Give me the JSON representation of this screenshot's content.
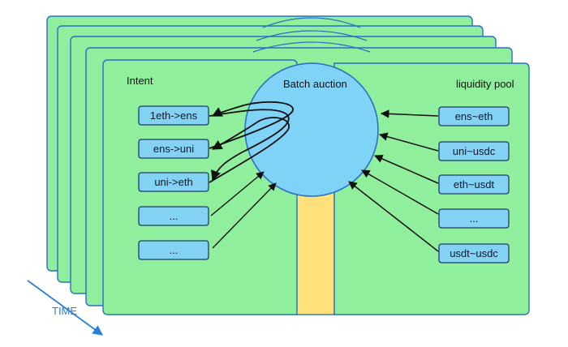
{
  "title": "Batch auction",
  "intent_heading": "Intent",
  "pool_heading": "liquidity pool",
  "time_label": "TIME",
  "intents": [
    "1eth->ens",
    "ens->uni",
    "uni->eth",
    "...",
    "..."
  ],
  "pools": [
    "ens~eth",
    "uni~usdc",
    "eth~usdt",
    "...",
    "usdt~usdc"
  ],
  "colors": {
    "panel_fill": "#8fef9d",
    "panel_stroke": "#2a6fc4",
    "circle_fill": "#7fd3f7",
    "box_fill": "#83d1f3",
    "pillar_fill": "#ffe07a",
    "time_arrow": "#2b7fd6"
  }
}
